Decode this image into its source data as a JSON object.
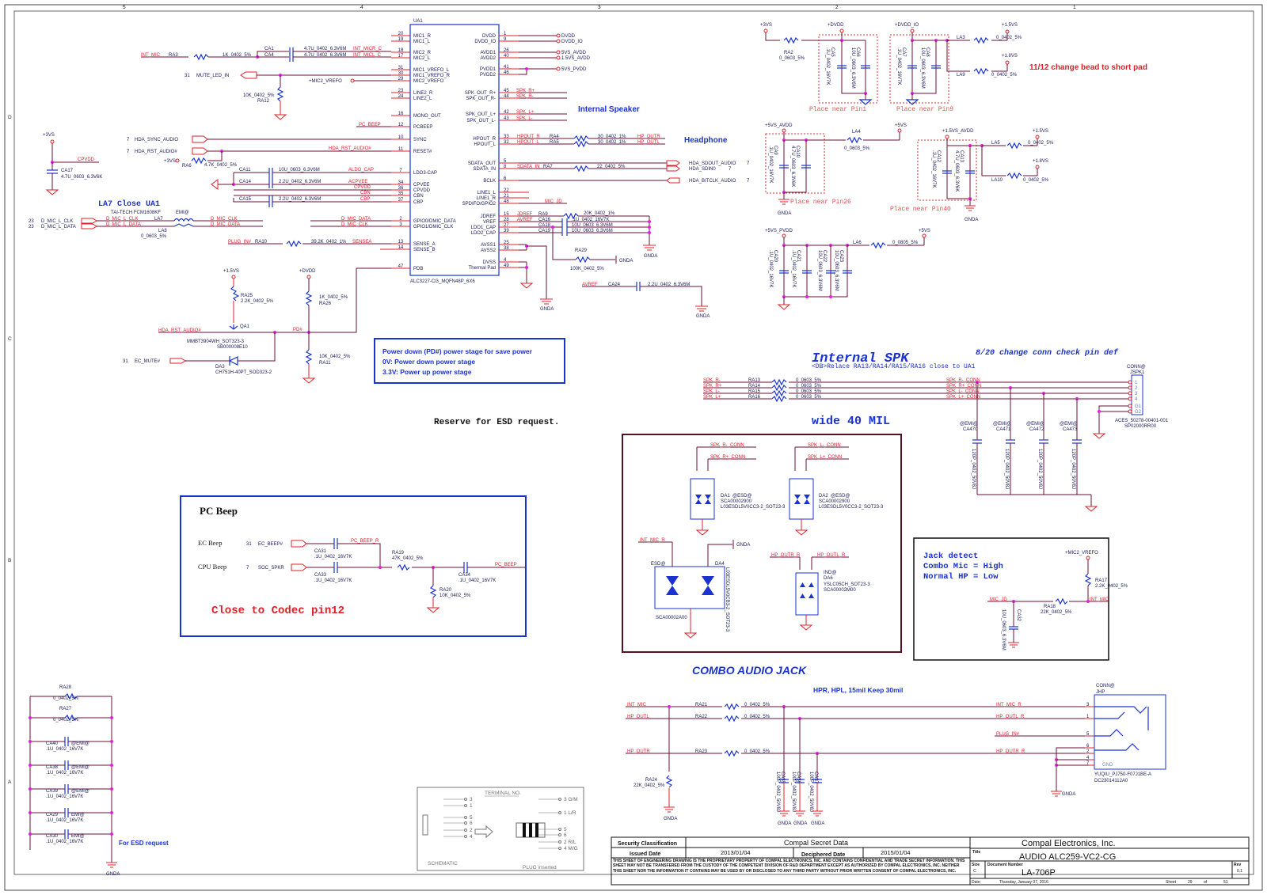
{
  "border": {
    "cols": [
      "5",
      "4",
      "3",
      "2",
      "1"
    ],
    "rows": [
      "D",
      "C",
      "B",
      "A"
    ]
  },
  "codec": {
    "ref": "UA1",
    "part": "ALC3227-CG_MQFN48P_6X6",
    "left_pins": [
      {
        "num": "20",
        "name": "MIC1_R"
      },
      {
        "num": "19",
        "name": "MIC1_L"
      },
      {
        "num": "18",
        "name": "MIC2_R"
      },
      {
        "num": "17",
        "name": "MIC2_L"
      },
      {
        "num": "31",
        "name": "MIC1_VREFO_L"
      },
      {
        "num": "30",
        "name": "MIC1_VREFO_R"
      },
      {
        "num": "29",
        "name": "MIC2_VREFO"
      },
      {
        "num": "23",
        "name": "LINE2_R"
      },
      {
        "num": "24",
        "name": "LINE2_L"
      },
      {
        "num": "16",
        "name": "MONO_OUT"
      },
      {
        "num": "12",
        "name": "PCBEEP"
      },
      {
        "num": "10",
        "name": "SYNC"
      },
      {
        "num": "11",
        "name": "RESET#"
      },
      {
        "num": "7",
        "name": "LDO3-CAP"
      },
      {
        "num": "34",
        "name": "CPVEE"
      },
      {
        "num": "36",
        "name": "CPVDD"
      },
      {
        "num": "35",
        "name": "CBN"
      },
      {
        "num": "37",
        "name": "CBP"
      },
      {
        "num": "2",
        "name": "GPIO0/DMIC_DATA"
      },
      {
        "num": "3",
        "name": "GPIO1/DMIC_CLK"
      },
      {
        "num": "13",
        "name": "SENSE_A"
      },
      {
        "num": "14",
        "name": "SENSE_B"
      },
      {
        "num": "47",
        "name": "PDB"
      }
    ],
    "right_pins": [
      {
        "num": "1",
        "name": "DVDD",
        "net": "DVDD"
      },
      {
        "num": "9",
        "name": "DVDD_IO",
        "net": "DVDD_IO"
      },
      {
        "num": "26",
        "name": "AVDD1",
        "net": "5VS_AVDD"
      },
      {
        "num": "40",
        "name": "AVDD2",
        "net": "1.5VS_AVDD"
      },
      {
        "num": "41",
        "name": "PVDD1",
        "net": "5VS_PVDD"
      },
      {
        "num": "46",
        "name": "PVDD2",
        "net": ""
      },
      {
        "num": "45",
        "name": "SPK_OUT_R+",
        "net": "SPK_R+"
      },
      {
        "num": "44",
        "name": "SPK_OUT_R-",
        "net": "SPK_R-"
      },
      {
        "num": "42",
        "name": "SPK_OUT_L+",
        "net": "SPK_L+"
      },
      {
        "num": "43",
        "name": "SPK_OUT_L-",
        "net": "SPK_L-"
      },
      {
        "num": "33",
        "name": "HPOUT_R",
        "net": "HPOUT_R"
      },
      {
        "num": "32",
        "name": "HPOUT_L",
        "net": "HPOUT_L"
      },
      {
        "num": "5",
        "name": "SDATA_OUT",
        "net": ""
      },
      {
        "num": "8",
        "name": "SDATA_IN",
        "net": "SDATA_IN"
      },
      {
        "num": "6",
        "name": "BCLK",
        "net": ""
      },
      {
        "num": "22",
        "name": "LINE1_L",
        "net": ""
      },
      {
        "num": "21",
        "name": "LINE1_R",
        "net": ""
      },
      {
        "num": "48",
        "name": "SPDIFO/GPIO2",
        "net": "MIC_JD"
      },
      {
        "num": "15",
        "name": "JDREF",
        "net": "JDREF"
      },
      {
        "num": "28",
        "name": "VREF",
        "net": "AVREF"
      },
      {
        "num": "27",
        "name": "LDO1_CAP",
        "net": ""
      },
      {
        "num": "39",
        "name": "LDO2_CAP",
        "net": ""
      },
      {
        "num": "25",
        "name": "AVSS1",
        "net": ""
      },
      {
        "num": "38",
        "name": "AVSS2",
        "net": ""
      },
      {
        "num": "4",
        "name": "DVSS",
        "net": ""
      },
      {
        "num": "49",
        "name": "Thermal Pad",
        "net": ""
      }
    ]
  },
  "labels": {
    "int_mic": "INT_MIC",
    "ra3": "RA3",
    "ra3_val": "1K_0402_5%",
    "ca1": "CA1",
    "ca4": "CA4",
    "ca1_val": "4.7U_0402_6.3V6M",
    "ca4_val": "4.7U_0402_6.3V6M",
    "int_micr_c": "INT_MICR_C",
    "int_micl_c": "INT_MICL_C",
    "mute_led_pg": "31",
    "mute_led": "MUTE_LED_IN",
    "mic2_vrefo": "+MIC2_VREFO",
    "ra12": "RA12",
    "ra12_val": "10K_0402_5%",
    "pc_beep": "PC_BEEP",
    "p3vs": "+3VS",
    "cpvdd": "CPVDD",
    "ca17": "CA17",
    "ca17_val": "4.7U_0603_6.3V6K",
    "hda_sync_pg": "7",
    "hda_sync": "HDA_SYNC_AUDIO",
    "hda_rst_pg": "7",
    "hda_rst": "HDA_RST_AUDIO#",
    "ra6": "RA6",
    "ra6_val": "4.7K_0402_5%",
    "ca11": "CA11",
    "ca11_val": "10U_0603_6.3V6M",
    "aldo_cap": "ALDO_CAP",
    "ca14": "CA14",
    "ca14_val": "2.2U_0402_6.3V6M",
    "acpvee": "ACPVEE",
    "cbn": "CBN",
    "cbp": "CBP",
    "ca15": "CA15",
    "ca15_val": "2.2U_0402_6.3V6M",
    "la7_note": "LA7 Close UA1",
    "tai_tech": "TAI-TECH FCM1608KF",
    "emi": "EMI@",
    "dmic_clk_pg": "23",
    "dmic_clk_port": "D_MIC_L_CLK",
    "dmic_data_pg": "23",
    "dmic_data_port": "D_MIC_L_DATA",
    "d_mic_l_clk": "D_MIC_L_CLK",
    "d_mic_l_data": "D_MIC_L_DATA",
    "la7": "LA7",
    "la8": "LA8",
    "la8_val": "0_0603_5%",
    "d_mic_clk": "D_MIC_CLK",
    "d_mic_data": "D_MIC_DATA",
    "plug_in": "PLUG_IN#",
    "ra10": "RA10",
    "ra10_val": "39.2K_0402_1%",
    "sensea": "SENSEA",
    "internal_speaker": "Internal Speaker",
    "headphone": "Headphone",
    "ra4": "RA4",
    "ra5": "RA5",
    "ra4_val": "30_0402_1%",
    "ra5_val": "30_0402_1%",
    "hp_outr": "HP_OUTR",
    "hp_outl": "HP_OUTL",
    "ra7": "RA7",
    "ra7_val": "22_0402_5%",
    "hda_sdout": "HDA_SDOUT_AUDIO",
    "hda_sdin": "HDA_SDIN0",
    "hda_bitclk": "HDA_BITCLK_AUDIO",
    "hda_pg": "7",
    "ra9": "RA9",
    "ra9_val": "20K_0402_1%",
    "ca16": "CA16",
    "ca16_val": ".1U_0402_16V7K",
    "ca18": "CA18",
    "ca18_val": "10U_0603_6.3V6M",
    "ca19": "CA19",
    "ca19_val": "10U_0603_6.3V6M",
    "ra29": "RA29",
    "ra29_val": "100K_0402_5%",
    "gnda": "GNDA",
    "ca24": "CA24",
    "ca24_val": "2.2U_0402_6.3V6M",
    "p15vs": "+1.5VS",
    "ra25": "RA25",
    "ra25_val": "2.2K_0402_5%",
    "qa1": "QA1",
    "qa1_part": "MMBT3904WH_SOT323-3",
    "qa1_sb": "SB000008E10",
    "pdvdd": "+DVDD",
    "ra26": "RA26",
    "ra26_val": "1K_0402_5%",
    "pd": "PD#",
    "ra11": "RA11",
    "ra11_val": "10K_0402_5%",
    "ec_mute_pg": "31",
    "ec_mute": "EC_MUTE#",
    "da3": "DA3",
    "da3_part": "CH751H-40PT_SOD323-2",
    "pd_note_1": "Power down (PD#)  power stage for save power",
    "pd_note_2": "0V: Power down power stage",
    "pd_note_3": "3.3V: Power up power stage",
    "esd_reserve": "Reserve for ESD request."
  },
  "power": {
    "ra2": "RA2",
    "ra2_val": "0_0603_5%",
    "p3vs": "+3VS",
    "pdvdd": "+DVDD",
    "pdvdd_io": "+DVDD_IO",
    "ca5": "CA5",
    "ca5_val": ".1U_0402_16V7K",
    "ca6": "CA6",
    "ca6_val": "10U_0603_6.3V6M",
    "ca7": "CA7",
    "ca7_val": ".1U_0402_16V7K",
    "ca8": "CA8",
    "ca8_val": "10U_0603_6.3V6M",
    "near_pin1": "Place near Pin1",
    "near_pin9": "Place near Pin9",
    "la3": "LA3",
    "la3_val": "0_0402_5%",
    "p15vs": "+1.5VS",
    "p18vs": "+1.8VS",
    "la9": "LA9",
    "la9_val": "0_0402_5%",
    "bead_note": "11/12 change bead to short pad",
    "p5vs_avdd": "+5VS_AVDD",
    "la4": "LA4",
    "la4_val": "0_0603_5%",
    "p5vs": "+5VS",
    "ca9": "CA9",
    "ca9_val": ".1U_0402_16V7K",
    "ca10": "CA10",
    "ca10_val": "4.7U_0603_6.3V6K",
    "near_pin26": "Place near Pin26",
    "p15vs_avdd": "+1.5VS_AVDD",
    "la5": "LA5",
    "la5_val": "0_0402_5%",
    "la10": "LA10",
    "la10_val": "0_0402_5%",
    "ca12": "CA12",
    "ca12_val": ".1U_0402_16V7K",
    "ca13": "CA13",
    "ca13_val": "4.7U_0603_6.3V6K",
    "near_pin40": "Place near Pin40",
    "p5vs_pvdd": "+5VS_PVDD",
    "la6": "LA6",
    "la6_val": "0_0805_5%",
    "ca20": "CA20",
    "ca20_val": ".1U_0402_16V7K",
    "ca21": "CA21",
    "ca21_val": ".1U_0402_16V7K",
    "ca22": "CA22",
    "ca22_val": "10U_0603_6.3V6M",
    "ca23": "CA23",
    "ca23_val": "10U_0603_6.3V6M",
    "gnda": "GNDA"
  },
  "internal_spk": {
    "title": "Internal SPK",
    "subtitle": "<DB>Relace RA13/RA14/RA15/RA16 close to UA1",
    "change_note": "8/20 change conn check pin def",
    "wide_note": "wide 40 MIL",
    "rows": [
      {
        "net": "SPK_R-",
        "ref": "RA13",
        "val": "0_0603_5%",
        "conn": "SPK_R-_CONN"
      },
      {
        "net": "SPK_R+",
        "ref": "RA14",
        "val": "0_0603_5%",
        "conn": "SPK_R+_CONN"
      },
      {
        "net": "SPK_L-",
        "ref": "RA15",
        "val": "0_0603_5%",
        "conn": "SPK_L-_CONN"
      },
      {
        "net": "SPK_L+",
        "ref": "RA16",
        "val": "0_0603_5%",
        "conn": "SPK_L+_CONN"
      }
    ],
    "caps": [
      {
        "ref": "CA470",
        "tag": "@EMI@",
        "val": "120P_0402_50V8J"
      },
      {
        "ref": "CA471",
        "tag": "@EMI@",
        "val": "120P_0402_50V8J"
      },
      {
        "ref": "CA472",
        "tag": "@EMI@",
        "val": "120P_0402_50V8J"
      },
      {
        "ref": "CA473",
        "tag": "@EMI@",
        "val": "120P_0402_50V8J"
      }
    ],
    "conn_tag": "CONN@",
    "conn_ref": "JSPK1",
    "conn_pins": [
      "1",
      "2",
      "3",
      "4",
      "G1",
      "G2"
    ],
    "conn_part": "ACES_50278-00401-001",
    "conn_sp": "SP02000RR00"
  },
  "esd": {
    "da1": "DA1",
    "da1_tag": "@ESD@",
    "da1_sca": "SCA00002900",
    "da1_part": "L03ESDL5V0CC3-2_SOT23-3",
    "da2": "DA2",
    "da2_tag": "@ESD@",
    "da2_sca": "SCA00002900",
    "da2_part": "L03ESDL5V0CC3-2_SOT23-3",
    "spk_r_minus": "SPK_R-_CONN",
    "spk_r_plus": "SPK_R+_CONN",
    "spk_l_minus": "SPK_L-_CONN",
    "spk_l_plus": "SPK_L+_CONN",
    "int_mic_r": "INT_MIC_R",
    "da4_tag": "ESD@",
    "da4": "DA4",
    "da4_sca": "SCA00002A00",
    "da4_part": "L03ESDL5V0CB3-2_SOT23-3",
    "gnda": "GNDA",
    "hp_outr_r": "HP_OUTR_R",
    "hp_outl_r": "HP_OUTL_R",
    "da6_tag": "IND@",
    "da6": "DA6",
    "da6_part": "YSLC05CH_SOT23-3",
    "da6_sca": "SCA00002M00"
  },
  "pc_beep": {
    "title": "PC Beep",
    "ec_beep": "EC Beep",
    "ec_beep_pg": "31",
    "ec_beep_net": "EC_BEEP#",
    "cpu_beep": "CPU Beep",
    "cpu_beep_pg": "7",
    "cpu_beep_net": "SOC_SPKR",
    "ca31": "CA31",
    "ca31_val": ".1U_0402_16V7K",
    "pc_beep_r": "PC_BEEP_R",
    "ca33": "CA33",
    "ca33_val": ".1U_0402_16V7K",
    "ra19": "RA19",
    "ra19_val": "47K_0402_5%",
    "ra20": "RA20",
    "ra20_val": "10K_0402_5%",
    "ca34": "CA34",
    "ca34_val": ".1U_0402_16V7K",
    "pc_beep": "PC_BEEP",
    "note": "Close to Codec pin12"
  },
  "jack_detect": {
    "line1": "Jack detect",
    "line2": "Combo Mic = High",
    "line3": "Normal HP = Low",
    "mic2_vrefo": "+MIC2_VREFO",
    "ra17": "RA17",
    "ra17_val": "2.2K_0402_5%",
    "mic_jd": "MIC_JD",
    "ra18": "RA18",
    "ra18_val": "22K_0402_5%",
    "int_mic": "INT_MIC",
    "ca32": "CA32",
    "ca32_val": "10U_0603_6.3V6M"
  },
  "combo_jack": {
    "title": "COMBO AUDIO JACK",
    "note": "HPR, HPL, 15mil Keep 30mil",
    "rows": [
      {
        "net": "INT_MIC",
        "ref": "RA21",
        "val": "0_0402_5%",
        "out": "INT_MIC_R"
      },
      {
        "net": "HP_OUTL",
        "ref": "RA22",
        "val": "0_0402_5%",
        "out": "HP_OUTL_R"
      },
      {
        "net": "HP_OUTR",
        "ref": "RA23",
        "val": "0_0402_5%",
        "out": "HP_OUTR_R"
      }
    ],
    "plug_in": "PLUG_IN#",
    "ra24": "RA24",
    "ra24_val": "22K_0402_5%",
    "caps": [
      {
        "ref": "CA35",
        "val": "100P_0402_50V8J"
      },
      {
        "ref": "CA36",
        "val": "100P_0402_50V8J"
      },
      {
        "ref": "CA37",
        "val": "100P_0402_50V8J"
      }
    ],
    "conn_tag": "CONN@",
    "conn_ref": "JHP",
    "conn_pins": [
      "3",
      "1",
      "5",
      "6",
      "2",
      "4",
      "7"
    ],
    "gnd": "GND",
    "conn_part": "YUQIU_PJ750-F07J1BE-A",
    "conn_dc": "DC23014112A0",
    "gnda": "GNDA"
  },
  "esd_caps": {
    "items": [
      {
        "ref": "RA28",
        "val": "0_0402_5%",
        "tag": ""
      },
      {
        "ref": "RA27",
        "val": "0_0402_5%",
        "tag": ""
      },
      {
        "ref": "CA40",
        "val": ".1U_0402_16V7K",
        "tag": "@EMI@"
      },
      {
        "ref": "CA38",
        "val": ".1U_0402_16V7K",
        "tag": "@EMI@"
      },
      {
        "ref": "CA39",
        "val": ".1U_0402_16V7K",
        "tag": "@EMI@"
      },
      {
        "ref": "CA29",
        "val": ".1U_0402_16V7K",
        "tag": "EMI@"
      },
      {
        "ref": "CA30",
        "val": ".1U_0402_16V7K",
        "tag": "EMI@"
      }
    ],
    "note": "For ESD request",
    "gnda": "GNDA"
  },
  "terminal": {
    "title": "TERMINAL NO.",
    "schematic": "SCHEMATIC",
    "plug": "PLUG inserted",
    "left_pins": [
      "3",
      "1",
      "5",
      "6",
      "2",
      "4"
    ],
    "right_pins": [
      "3 G/M",
      "1 L/R",
      "5",
      "6",
      "2 R/L",
      "4 M/G"
    ]
  },
  "title_block": {
    "security_label": "Security Classification",
    "security": "Compal Secret Data",
    "issued_label": "Issued Date",
    "issued": "2013/01/04",
    "deciphered_label": "Deciphered Date",
    "deciphered": "2015/01/04",
    "legal": "THIS SHEET OF ENGINEERING DRAWING IS THE PROPRIETARY PROPERTY OF COMPAL ELECTRONICS, INC. AND CONTAINS CONFIDENTIAL AND TRADE SECRET INFORMATION. THIS SHEET MAY NOT BE TRANSFERED FROM THE CUSTODY OF THE COMPETENT DIVISION OF R&D DEPARTMENT EXCEPT AS AUTHORIZED BY COMPAL ELECTRONICS, INC. NEITHER THIS SHEET NOR THE INFORMATION IT CONTAINS MAY BE USED BY OR DISCLOSED TO ANY THIRD PARTY WITHOUT PRIOR WRITTEN CONSENT OF COMPAL ELECTRONICS, INC.",
    "company": "Compal Electronics, Inc.",
    "title_label": "Title",
    "title": "AUDIO ALC259-VC2-CG",
    "size_label": "Size",
    "size": "C",
    "docnum_label": "Document Number",
    "docnum": "LA-706P",
    "rev_label": "Rev",
    "rev": "0.1",
    "date_label": "Date:",
    "date": "Thursday, January 07, 2016",
    "sheet_label": "Sheet",
    "sheet": "29",
    "of_label": "of",
    "total": "51"
  }
}
